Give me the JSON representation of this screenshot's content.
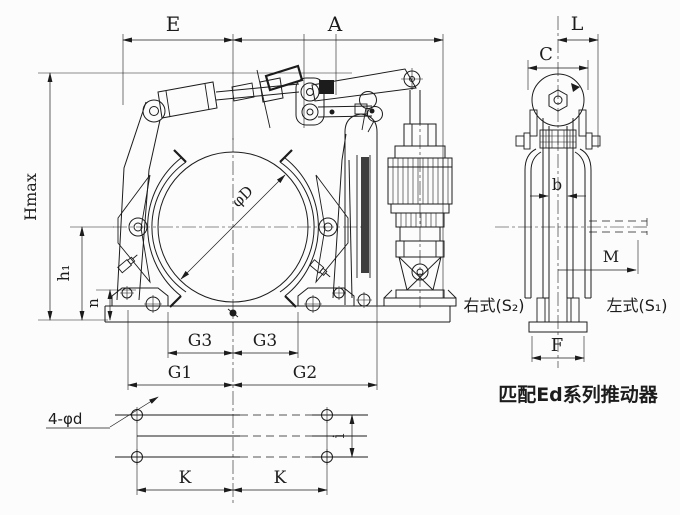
{
  "front_view": {
    "dim_E": "E",
    "dim_A": "A",
    "dim_Hmax": "Hmax",
    "dim_h1": "h₁",
    "dim_n": "n",
    "dim_phi_D": "φD",
    "dim_G3_left": "G3",
    "dim_G3_right": "G3",
    "dim_G1": "G1",
    "dim_G2": "G2"
  },
  "base_view": {
    "holes_callout": "4-φd",
    "dim_K_left": "K",
    "dim_K_right": "K",
    "dim_i": "i"
  },
  "side_view": {
    "dim_L": "L",
    "dim_C": "C",
    "dim_b": "b",
    "dim_M": "M",
    "dim_F": "F",
    "right_type_label": "右式(S₂)",
    "left_type_label": "左式(S₁)"
  },
  "caption": "匹配Ed系列推动器",
  "colors": {
    "line": "#1c1c1c",
    "background": "#fcfcfc"
  }
}
